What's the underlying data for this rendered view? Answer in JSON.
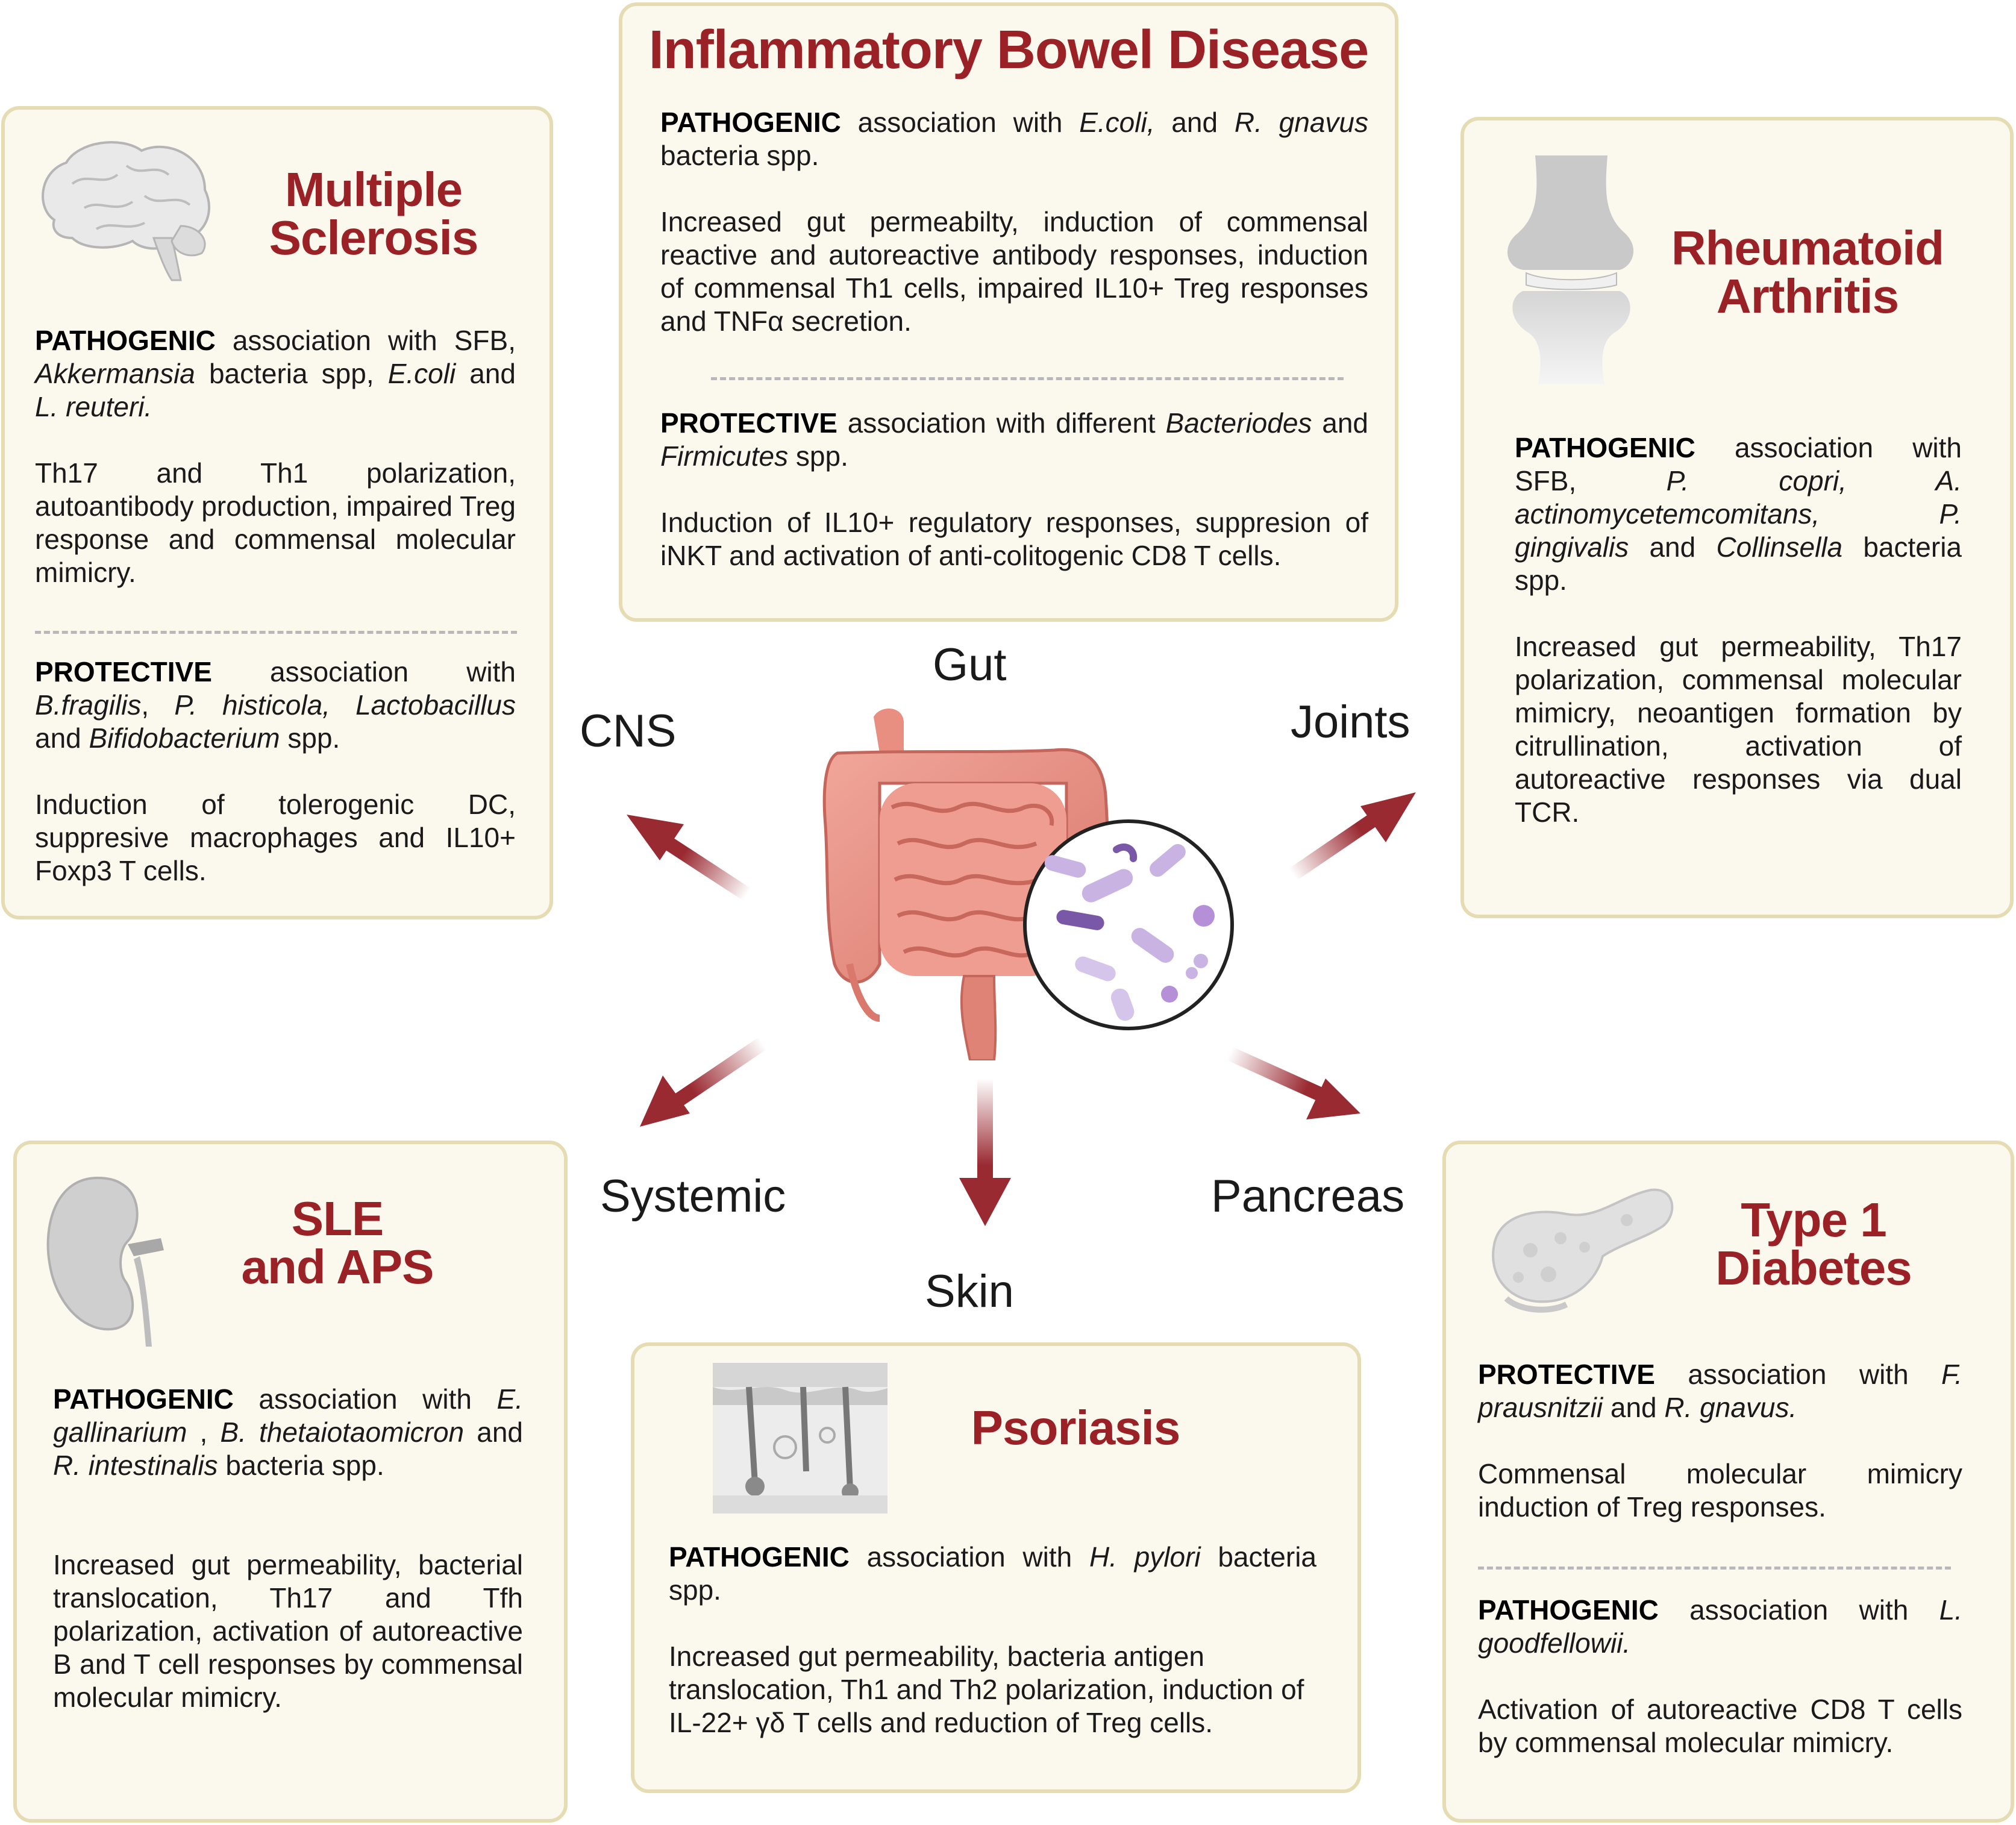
{
  "center": {
    "organ_labels": {
      "gut": "Gut",
      "cns": "CNS",
      "joints": "Joints",
      "systemic": "Systemic",
      "skin": "Skin",
      "pancreas": "Pancreas"
    }
  },
  "colors": {
    "title": "#9a2226",
    "arrow": "#9a2a32",
    "box_fill": "#fbf8ee",
    "box_border": "#e6dcb4"
  },
  "icons": [
    "brain-icon",
    "knee-joint-icon",
    "kidney-icon",
    "skin-layers-icon",
    "pancreas-icon",
    "intestine-icon",
    "microbiota-icon"
  ],
  "ibd": {
    "title": "Inflammatory Bowel Disease",
    "p1_kw": "PATHOGENIC",
    "p1_a": " association with ",
    "p1_e1": "E.coli,",
    "p1_b": " and ",
    "p1_e2": "R. gnavus",
    "p1_c": " bacteria spp.",
    "p2": "Increased gut permeabilty, induction of commensal reactive and autoreactive antibody responses, induction of commensal Th1 cells, impaired IL10+ Treg responses and TNFα secretion.",
    "p3_kw": "PROTECTIVE",
    "p3_a": " association with different ",
    "p3_e1": "Bacteriodes",
    "p3_b": " and ",
    "p3_e2": "Firmicutes",
    "p3_c": " spp.",
    "p4": "Induction of IL10+ regulatory responses, suppresion of iNKT and activation of anti-colitogenic CD8 T cells."
  },
  "ms": {
    "title_l1": "Multiple",
    "title_l2": "Sclerosis",
    "p1_kw": "PATHOGENIC",
    "p1_a": " association with SFB, ",
    "p1_e1": "Akkermansia",
    "p1_b": " bacteria spp, ",
    "p1_e2": "E.coli",
    "p1_c": " and ",
    "p1_e3": "L. reuteri.",
    "p2": "Th17 and Th1 polarization, autoantibody production, impaired Treg response and commensal molecular mimicry.",
    "p3_kw": "PROTECTIVE",
    "p3_a": " association with ",
    "p3_e1": "B.fragilis",
    "p3_b": ", ",
    "p3_e2": "P. histicola, Lactobacillus",
    "p3_c": " and ",
    "p3_e3": "Bifidobacterium",
    "p3_d": " spp.",
    "p4": "Induction of tolerogenic DC, suppresive macrophages and IL10+ Foxp3 T cells."
  },
  "ra": {
    "title_l1": "Rheumatoid",
    "title_l2": "Arthritis",
    "p1_kw": "PATHOGENIC",
    "p1_a": " association with SFB, ",
    "p1_e1": "P. copri, A. actinomycetemcomitans, P. gingivalis",
    "p1_b": " and ",
    "p1_e2": "Collinsella",
    "p1_c": " bacteria spp.",
    "p2": "Increased gut permeability, Th17 polarization, commensal molecular mimicry, neoantigen formation by citrullination, activation of autoreactive responses via dual TCR."
  },
  "sle": {
    "title_l1": "SLE",
    "title_l2": "and APS",
    "p1_kw": "PATHOGENIC",
    "p1_a": " association with ",
    "p1_e1": "E. gallinarium",
    "p1_b": " , ",
    "p1_e2": "B. thetaiotaomicron",
    "p1_c": " and ",
    "p1_e3": "R. intestinalis",
    "p1_d": " bacteria spp.",
    "p2": "Increased gut permeability, bacterial translocation, Th17 and Tfh polarization, activation of autoreactive B and T cell responses by commensal molecular mimicry."
  },
  "psoriasis": {
    "title": "Psoriasis",
    "p1_kw": "PATHOGENIC",
    "p1_a": " association with ",
    "p1_e1": "H. pylori",
    "p1_b": " bacteria spp.",
    "p2": "Increased gut permeability, bacteria antigen translocation, Th1 and Th2 polarization, induction of IL-22+ γδ T cells and reduction of Treg cells."
  },
  "t1d": {
    "title_l1": "Type 1",
    "title_l2": "Diabetes",
    "p1_kw": "PROTECTIVE",
    "p1_a": " association with ",
    "p1_e1": "F. prausnitzii",
    "p1_b": " and ",
    "p1_e2": "R. gnavus.",
    "p2": "Commensal molecular mimicry induction of Treg responses.",
    "p3_kw": "PATHOGENIC",
    "p3_a": " association with ",
    "p3_e1": "L. goodfellowii.",
    "p4": "Activation of autoreactive CD8 T cells by commensal molecular mimicry."
  }
}
